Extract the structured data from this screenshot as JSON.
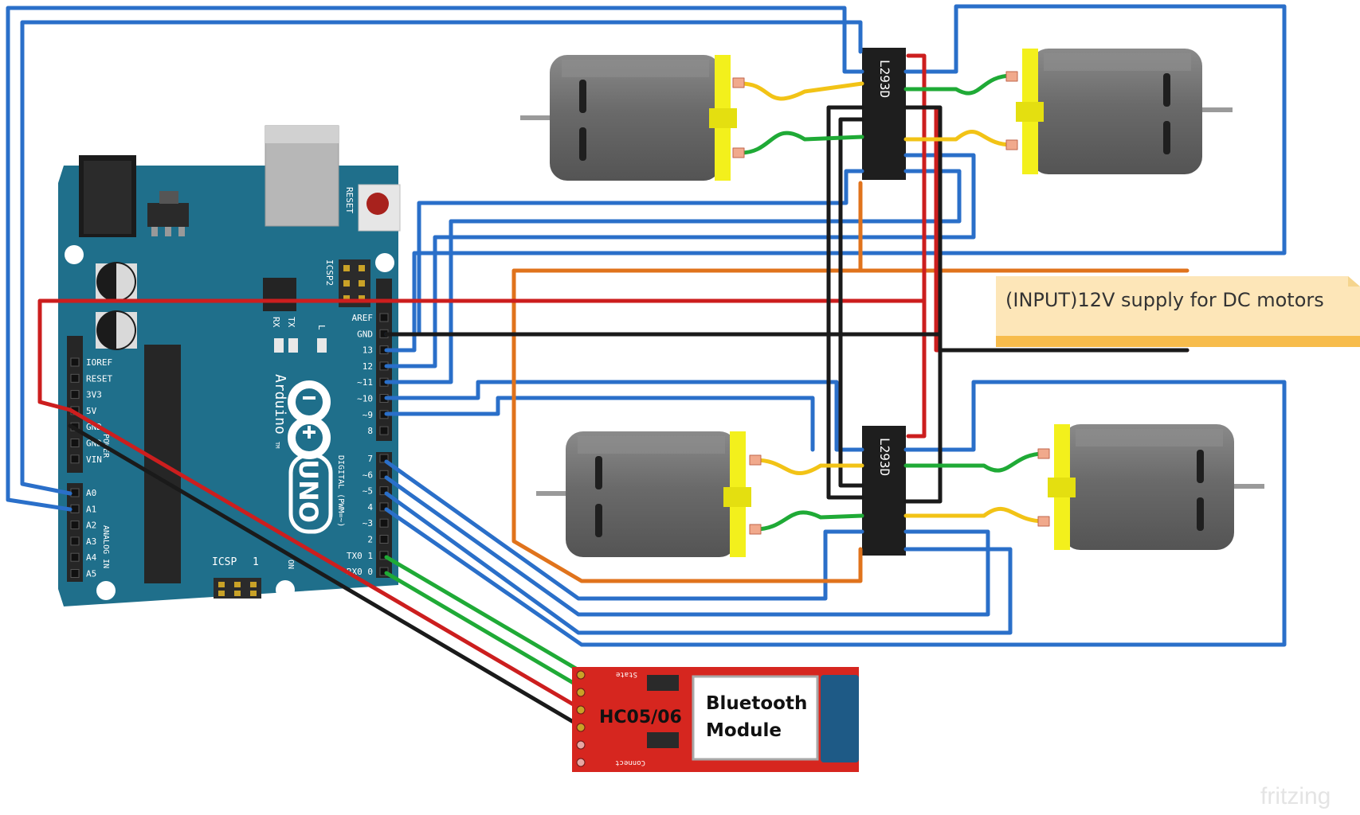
{
  "arduino": {
    "reset_label": "RESET",
    "icsp2_label": "ICSP2",
    "icsp_label": "ICSP",
    "icsp_pin1": "1",
    "tx_label": "TX",
    "rx_label": "RX",
    "l_label": "L",
    "brand": "Arduino",
    "tm": "TM",
    "model": "UNO",
    "digital_label": "DIGITAL (PWM=~)",
    "power_label": "POWER",
    "analog_label": "ANALOG IN",
    "on_label": "ON",
    "top_header_pins": [
      "AREF",
      "GND",
      "13",
      "12",
      "~11",
      "~10",
      "~9",
      "8"
    ],
    "bottom_header_pins": [
      "7",
      "~6",
      "~5",
      "4",
      "~3",
      "2",
      "TX0 1",
      "RX0 0"
    ],
    "power_pins": [
      "IOREF",
      "RESET",
      "3V3",
      "5V",
      "GND",
      "GND",
      "VIN"
    ],
    "analog_pins": [
      "A0",
      "A1",
      "A2",
      "A3",
      "A4",
      "A5"
    ]
  },
  "driver_chip": {
    "label": "L293D"
  },
  "bluetooth": {
    "model": "HC05/06",
    "label_line1": "Bluetooth",
    "label_line2": "Module",
    "state_label": "State",
    "connect_label": "Connect"
  },
  "power_note": {
    "text": "(INPUT)12V supply for DC motors"
  },
  "watermark": "fritzing",
  "colors": {
    "board": "#1f6f8b",
    "wire_blue": "#2a6fc9",
    "wire_red": "#cc1e1e",
    "wire_black": "#1a1a1a",
    "wire_orange": "#e0731c",
    "wire_green": "#1faa36",
    "wire_yellow": "#f2c316",
    "motor_body": "#6f6f6f",
    "motor_cap": "#f3f01c",
    "bt_board": "#d6261f",
    "note_bg": "#fde6b8"
  }
}
